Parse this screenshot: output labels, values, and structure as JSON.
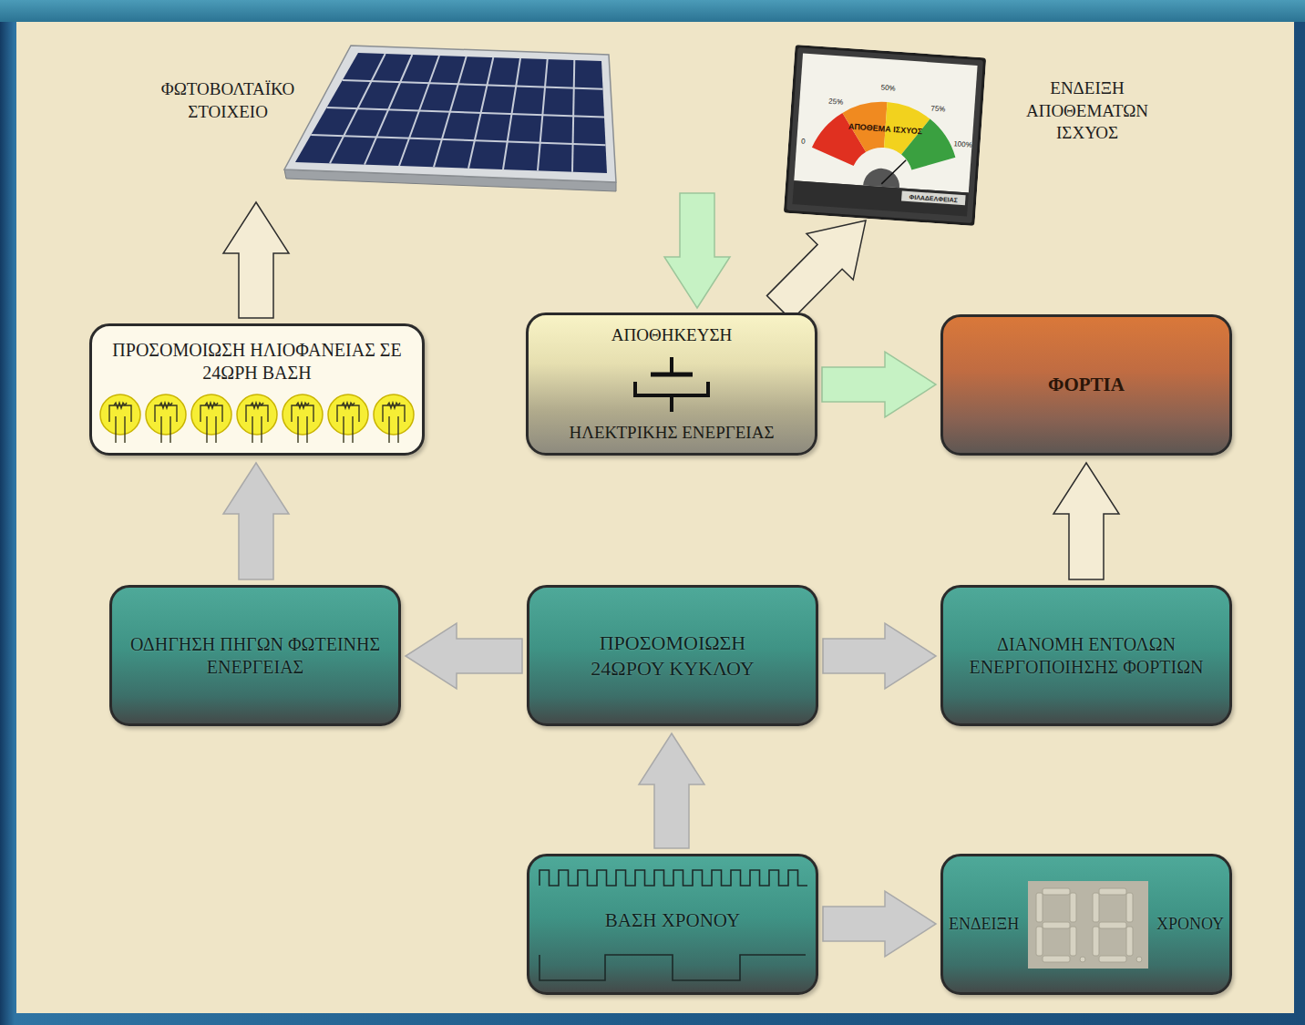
{
  "diagram": {
    "nodes": [
      {
        "text": [
          "ΦΩΤΟΒΟΛΤΑΪΚΟ ΣΤΟΙΧΕΙΟ"
        ]
      },
      {
        "text": [
          "ΕΝΔΕΙΞΗ ΑΠΟΘΕΜΑΤΩΝ ΙΣΧΥΟΣ"
        ]
      },
      {
        "text": [
          "ΠΡΟΣΟΜΟΙΩΣΗ ΗΛΙΟΦΑΝΕΙΑΣ ΣΕ 24ΩΡΗ ΒΑΣΗ"
        ]
      },
      {
        "text": [
          "ΑΠΟΘΗΚΕΥΣΗ",
          "ΗΛΕΚΤΡΙΚΗΣ ΕΝΕΡΓΕΙΑΣ"
        ]
      },
      {
        "text": [
          "ΦΟΡΤΙΑ"
        ]
      },
      {
        "text": [
          "ΟΔΗΓΗΣΗ ΠΗΓΩΝ ΦΩΤΕΙΝΗΣ ΕΝΕΡΓΕΙΑΣ"
        ]
      },
      {
        "text": [
          "ΠΡΟΣΟΜΟΙΩΣΗ 24ΩΡΟΥ ΚΥΚΛΟΥ"
        ]
      },
      {
        "text": [
          "ΔΙΑΝΟΜΗ ΕΝΤΟΛΩΝ ΕΝΕΡΓΟΠΟΙΗΣΗΣ ΦΟΡΤΙΩΝ"
        ]
      },
      {
        "text": [
          "ΒΑΣΗ ΧΡΟΝΟΥ"
        ]
      },
      {
        "text": [
          "ΕΝΔΕΙΞΗ",
          "ΧΡΟΝΟΥ"
        ]
      }
    ],
    "edges": [
      {
        "from": 2,
        "to": 0,
        "arrow": "to"
      },
      {
        "from": 0,
        "to": 3,
        "arrow": "to"
      },
      {
        "from": 3,
        "to": 1,
        "arrow": "to"
      },
      {
        "from": 3,
        "to": 4,
        "arrow": "to"
      },
      {
        "from": 6,
        "to": 5,
        "arrow": "to"
      },
      {
        "from": 6,
        "to": 7,
        "arrow": "to"
      },
      {
        "from": 5,
        "to": 2,
        "arrow": "to"
      },
      {
        "from": 7,
        "to": 4,
        "arrow": "to"
      },
      {
        "from": 8,
        "to": 6,
        "arrow": "to"
      },
      {
        "from": 8,
        "to": 9,
        "arrow": "to"
      }
    ],
    "labels": [
      "0",
      "25%",
      "50%",
      "75%",
      "100%",
      "ΑΠΟΘΕΜΑ ΙΣΧΥΟΣ",
      "ΦΙΛΑΔΕΛΦΕΙΑΣ"
    ]
  }
}
